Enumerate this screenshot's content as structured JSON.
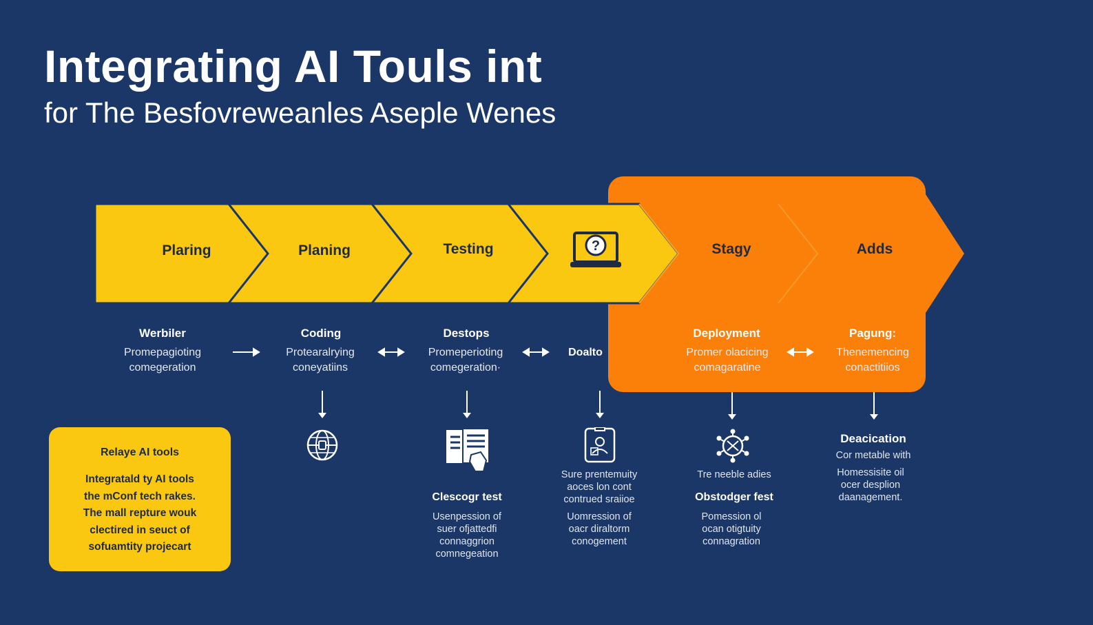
{
  "header": {
    "title": "Integrating AI Touls int",
    "subtitle": "for The Besfovreweanles Aseple Wenes"
  },
  "colors": {
    "background": "#1b3767",
    "yellow": "#fac711",
    "orange": "#fa8009",
    "dark_text": "#1f2a44"
  },
  "stages": [
    {
      "label": "Plaring"
    },
    {
      "label": "Planing"
    },
    {
      "label": "Testing"
    },
    {
      "icon": "laptop-question-icon"
    },
    {
      "label": "Stagy"
    },
    {
      "label": "Adds"
    }
  ],
  "columns": [
    {
      "title": "Werbiler",
      "desc": [
        "Promepagioting",
        "comegeration"
      ]
    },
    {
      "title": "Coding",
      "desc": [
        "Protearalrying",
        "coneyatiins"
      ]
    },
    {
      "title": "Destops",
      "desc": [
        "Promeperioting",
        "comegeration·"
      ]
    },
    {
      "title": "",
      "desc": [
        "Doalto"
      ]
    },
    {
      "title": "Deployment",
      "desc": [
        "Promer olacicing",
        "comagaratine"
      ]
    },
    {
      "title": "Pagung:",
      "desc": [
        "Thenemencing",
        "conactitiios"
      ]
    }
  ],
  "details": {
    "col2": {
      "icon": "globe-icon"
    },
    "col3": {
      "icon": "document-hand-icon",
      "title": "Clescogr test",
      "text": [
        "Usenpession of",
        "suer ofjattedfi",
        "connaggrion",
        "comnegeation"
      ]
    },
    "col4": {
      "icon": "tablet-user-icon",
      "text_top": [
        "Sure prentemuity",
        "aoces lon cont",
        "contrued sraiioe"
      ],
      "text": [
        "Uomression of",
        "oacr diraltorm",
        "conogement"
      ]
    },
    "col5": {
      "icon": "network-hub-icon",
      "text_top": [
        "Tre neeble adies"
      ],
      "title": "Obstodger fest",
      "text": [
        "Pomession ol",
        "ocan otigtuity",
        "connagration"
      ]
    },
    "col6": {
      "title": "Deacication",
      "text_top": [
        "Cor metable with"
      ],
      "text": [
        "Homessisite oil",
        "ocer desplion",
        "daanagement."
      ]
    }
  },
  "note_box": {
    "title": "Relaye AI tools",
    "lines": [
      "Integratald ty AI tools",
      "the mConf tech rakes.",
      "The mall repture wouk",
      "clectired in seuct of",
      "sofuamtity projecart"
    ]
  }
}
